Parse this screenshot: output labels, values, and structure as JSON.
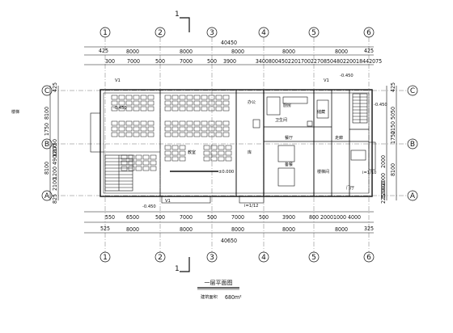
{
  "grid_columns": [
    "1",
    "2",
    "3",
    "4",
    "5",
    "6"
  ],
  "grid_rows": [
    "C",
    "B",
    "A"
  ],
  "overall_top": "40450",
  "overall_bottom": "40650",
  "top_bays": [
    "8000",
    "8000",
    "8000",
    "8000",
    "8000"
  ],
  "bottom_bays": [
    "8000",
    "8000",
    "8000",
    "8000",
    "8000"
  ],
  "top_edge_left": "425",
  "top_edge_right": "425",
  "bottom_edge_left": "525",
  "bottom_edge_right": "325",
  "top_openings": [
    "300",
    "7000",
    "500",
    "7000",
    "500",
    "3900",
    "340080045022017002270850480220018442075"
  ],
  "bottom_openings": [
    "550",
    "6500",
    "500",
    "7000",
    "500",
    "7000",
    "500",
    "3900",
    "800",
    "2000",
    "1000",
    "4000"
  ],
  "left_dims": [
    "8100",
    "1750",
    "8100",
    "1200",
    "1750",
    "4900",
    "1200",
    "2100",
    "425",
    "825"
  ],
  "right_dims": [
    "425",
    "5050",
    "2150",
    "1750",
    "8100",
    "2000",
    "3800",
    "1200",
    "2000",
    "225"
  ],
  "section_marker": "1",
  "levels": [
    "-0.450",
    "-0.450",
    "-0.450",
    "-0.450",
    "±0.000"
  ],
  "slope": "i=1/12",
  "slope2": "i=1/10",
  "tag_v1": "V1",
  "rooms": [
    "教室",
    "办公",
    "库",
    "卫生间",
    "厨房",
    "餐厅",
    "备餐",
    "储藏",
    "楼梯间",
    "门厅",
    "走廊"
  ],
  "left_side_label": "楼梯",
  "drawing_title": "一层平面图",
  "area_label": "建筑面积",
  "area_value": "680m²",
  "colors": {
    "line": "#111111",
    "background": "#ffffff"
  }
}
